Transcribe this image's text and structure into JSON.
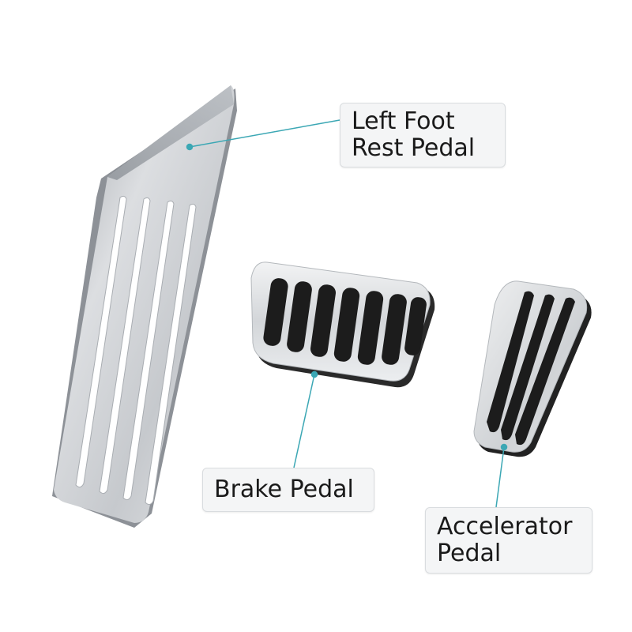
{
  "labels": {
    "left_foot_rest": {
      "line1": "Left Foot",
      "line2": "Rest Pedal"
    },
    "brake": {
      "line1": "Brake Pedal"
    },
    "accelerator": {
      "line1": "Accelerator",
      "line2": "Pedal"
    }
  },
  "colors": {
    "background": "#ffffff",
    "aluminum_light": "#e9eaec",
    "aluminum_mid": "#c3c6ca",
    "aluminum_dark": "#9a9ea3",
    "rubber": "#1c1c1c",
    "leader_line": "#3ba7b4",
    "label_bg": "#f4f5f6",
    "label_border": "#d9dcdf"
  },
  "icons": [
    "left-foot-rest-pedal-image",
    "brake-pedal-image",
    "accelerator-pedal-image"
  ]
}
